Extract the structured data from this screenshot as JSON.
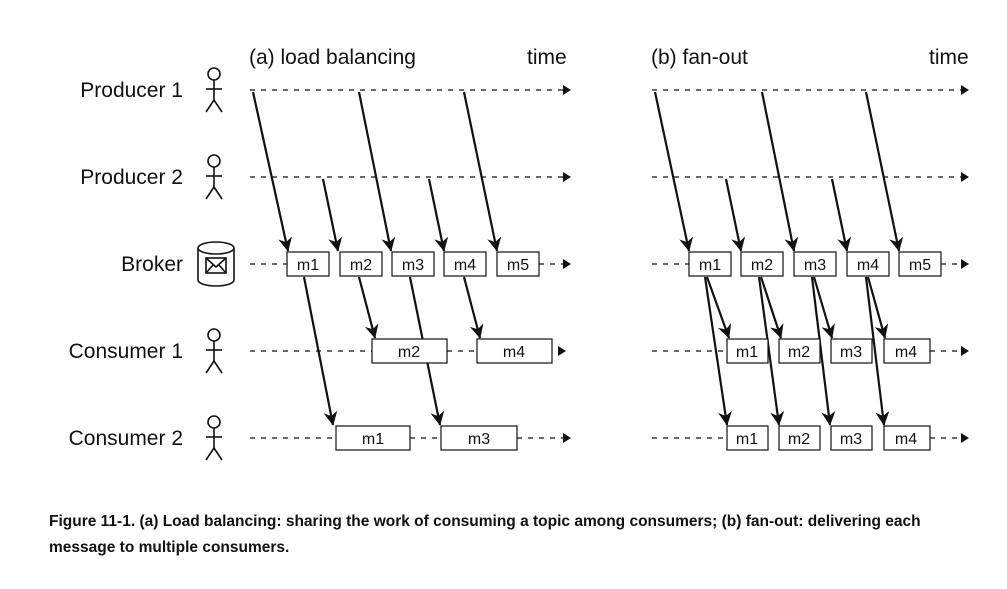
{
  "rows": [
    {
      "id": "producer-1",
      "label": "Producer 1",
      "icon": "stick-figure-icon"
    },
    {
      "id": "producer-2",
      "label": "Producer 2",
      "icon": "stick-figure-icon"
    },
    {
      "id": "broker",
      "label": "Broker",
      "icon": "database-envelope-icon"
    },
    {
      "id": "consumer-1",
      "label": "Consumer 1",
      "icon": "stick-figure-icon"
    },
    {
      "id": "consumer-2",
      "label": "Consumer 2",
      "icon": "stick-figure-icon"
    }
  ],
  "panels": {
    "a": {
      "title": "(a) load balancing",
      "time_label": "time",
      "broker_messages": [
        "m1",
        "m2",
        "m3",
        "m4",
        "m5"
      ],
      "consumer1_messages": [
        "m2",
        "m4"
      ],
      "consumer2_messages": [
        "m1",
        "m3"
      ]
    },
    "b": {
      "title": "(b) fan-out",
      "time_label": "time",
      "broker_messages": [
        "m1",
        "m2",
        "m3",
        "m4",
        "m5"
      ],
      "consumer1_messages": [
        "m1",
        "m2",
        "m3",
        "m4"
      ],
      "consumer2_messages": [
        "m1",
        "m2",
        "m3",
        "m4"
      ]
    }
  },
  "caption": "Figure 11-1. (a) Load balancing: sharing the work of consuming a topic among consumers; (b) fan-out: delivering each message to multiple consumers."
}
